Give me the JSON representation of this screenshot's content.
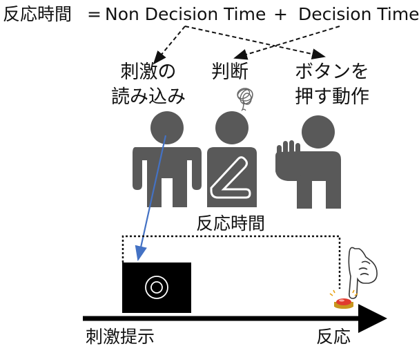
{
  "formula": {
    "lhs": "反応時間",
    "equals": "=",
    "term1": "Non Decision Time",
    "plus": "+",
    "term2": "Decision Time"
  },
  "stages": {
    "stimulus_reading": [
      "刺激の",
      "読み込み"
    ],
    "decision": "判断",
    "button_press": [
      "ボタンを",
      "押す動作"
    ]
  },
  "timeline": {
    "reaction_time_label": "反応時間",
    "stimulus_onset_label": "刺激提示",
    "response_label": "反応"
  },
  "colors": {
    "figure": "#595959",
    "gaze_arrow": "#4472c4",
    "timeline": "#000000",
    "button": "#e03b2f",
    "button_base": "#c8961e"
  },
  "icons": [
    "person-reading-icon",
    "person-thinking-icon",
    "person-hand-raised-icon",
    "tangled-thought-icon",
    "pointing-hand-icon",
    "red-button-icon",
    "target-circle-icon"
  ]
}
